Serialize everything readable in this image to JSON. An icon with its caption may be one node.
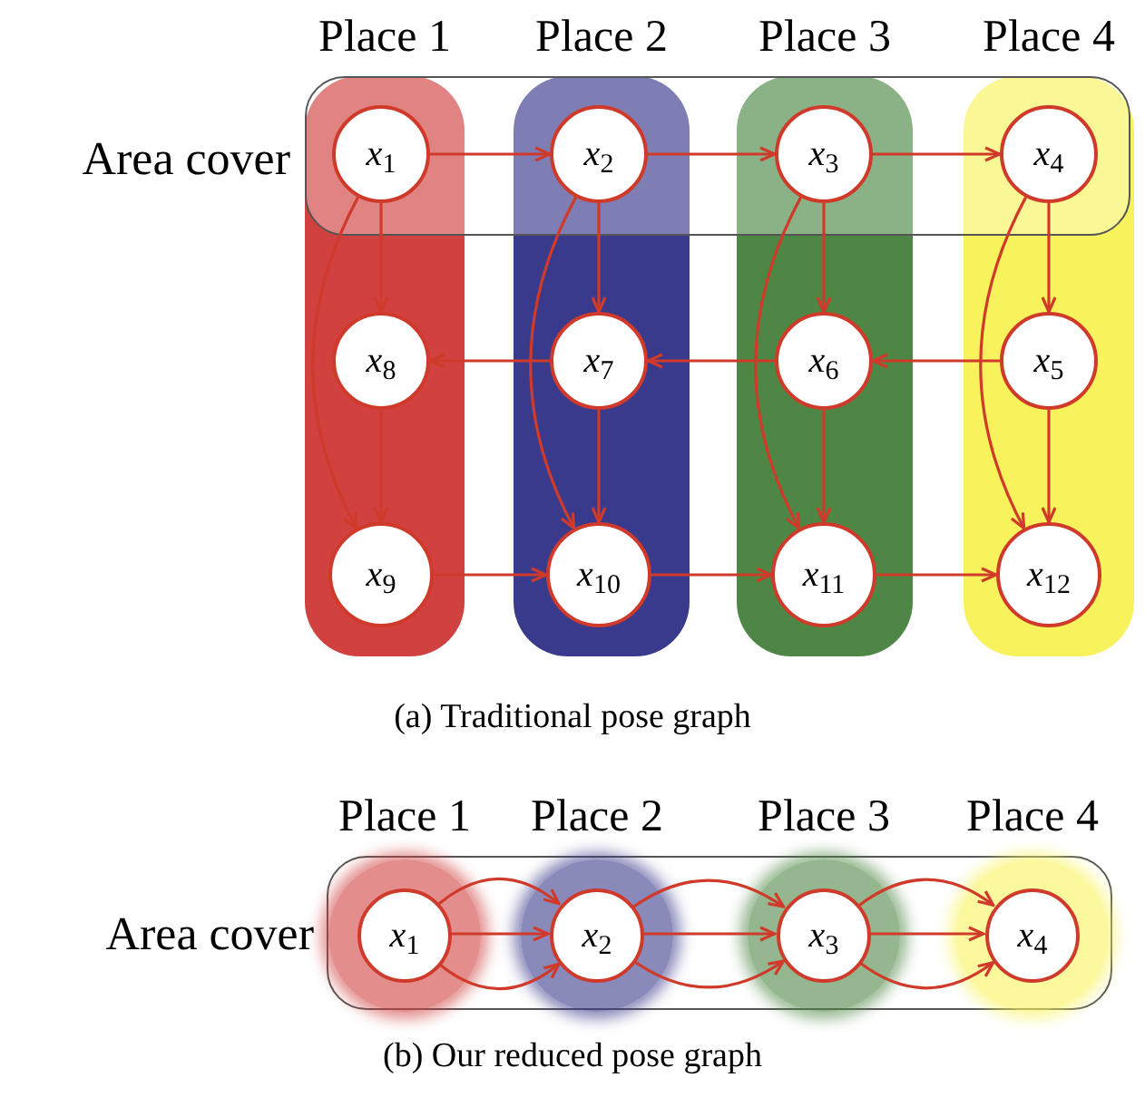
{
  "diagram": {
    "nodes": [
      {
        "text": [
          "Place 1"
        ]
      },
      {
        "text": [
          "Place 2"
        ]
      },
      {
        "text": [
          "Place 3"
        ]
      },
      {
        "text": [
          "Place 4"
        ]
      },
      {
        "text": [
          "*x*$_{1}$"
        ],
        "in": 0
      },
      {
        "text": [
          "*x*$_{2}$"
        ],
        "in": 1
      },
      {
        "text": [
          "*x*$_{3}$"
        ],
        "in": 2
      },
      {
        "text": [
          "*x*$_{4}$"
        ],
        "in": 3
      },
      {
        "text": [
          "*x*$_{5}$"
        ],
        "in": 3
      },
      {
        "text": [
          "*x*$_{6}$"
        ],
        "in": 2
      },
      {
        "text": [
          "*x*$_{7}$"
        ],
        "in": 1
      },
      {
        "text": [
          "*x*$_{8}$"
        ],
        "in": 0
      },
      {
        "text": [
          "*x*$_{9}$"
        ],
        "in": 0
      },
      {
        "text": [
          "*x*$_{10}$"
        ],
        "in": 1
      },
      {
        "text": [
          "*x*$_{11}$"
        ],
        "in": 2
      },
      {
        "text": [
          "*x*$_{12}$"
        ],
        "in": 3
      },
      {
        "text": [
          "Area cover"
        ]
      },
      {
        "text": [
          "Place 1"
        ],
        "in": 16
      },
      {
        "text": [
          "Place 2"
        ],
        "in": 16
      },
      {
        "text": [
          "Place 3"
        ],
        "in": 16
      },
      {
        "text": [
          "Place 4"
        ],
        "in": 16
      },
      {
        "text": [
          "*x*$_{1}$"
        ],
        "in": 17
      },
      {
        "text": [
          "*x*$_{2}$"
        ],
        "in": 18
      },
      {
        "text": [
          "*x*$_{3}$"
        ],
        "in": 19
      },
      {
        "text": [
          "*x*$_{4}$"
        ],
        "in": 20
      }
    ],
    "edges": [
      {
        "from": 4,
        "to": 5,
        "arrow": "to"
      },
      {
        "from": 5,
        "to": 6,
        "arrow": "to"
      },
      {
        "from": 6,
        "to": 7,
        "arrow": "to"
      },
      {
        "from": 4,
        "to": 11,
        "arrow": "to"
      },
      {
        "from": 4,
        "to": 12,
        "arrow": "to"
      },
      {
        "from": 11,
        "to": 12,
        "arrow": "to"
      },
      {
        "from": 5,
        "to": 10,
        "arrow": "to"
      },
      {
        "from": 5,
        "to": 13,
        "arrow": "to"
      },
      {
        "from": 10,
        "to": 13,
        "arrow": "to"
      },
      {
        "from": 10,
        "to": 11,
        "arrow": "to"
      },
      {
        "from": 9,
        "to": 10,
        "arrow": "to"
      },
      {
        "from": 8,
        "to": 9,
        "arrow": "to"
      },
      {
        "from": 6,
        "to": 9,
        "arrow": "to"
      },
      {
        "from": 6,
        "to": 14,
        "arrow": "to"
      },
      {
        "from": 9,
        "to": 14,
        "arrow": "to"
      },
      {
        "from": 7,
        "to": 8,
        "arrow": "to"
      },
      {
        "from": 7,
        "to": 15,
        "arrow": "to"
      },
      {
        "from": 8,
        "to": 15,
        "arrow": "to"
      },
      {
        "from": 12,
        "to": 13,
        "arrow": "to"
      },
      {
        "from": 13,
        "to": 14,
        "arrow": "to"
      },
      {
        "from": 14,
        "to": 15,
        "arrow": "to"
      },
      {
        "from": 21,
        "to": 22,
        "arrow": "to"
      },
      {
        "from": 21,
        "to": 22,
        "arrow": "to"
      },
      {
        "from": 21,
        "to": 22,
        "arrow": "to"
      },
      {
        "from": 22,
        "to": 23,
        "arrow": "to"
      },
      {
        "from": 22,
        "to": 23,
        "arrow": "to"
      },
      {
        "from": 22,
        "to": 23,
        "arrow": "to"
      },
      {
        "from": 23,
        "to": 24,
        "arrow": "to"
      },
      {
        "from": 23,
        "to": 24,
        "arrow": "to"
      },
      {
        "from": 23,
        "to": 24,
        "arrow": "to"
      }
    ],
    "labels": [
      "Area cover",
      "(a) Traditional pose graph",
      "(b) Our reduced pose graph"
    ]
  }
}
